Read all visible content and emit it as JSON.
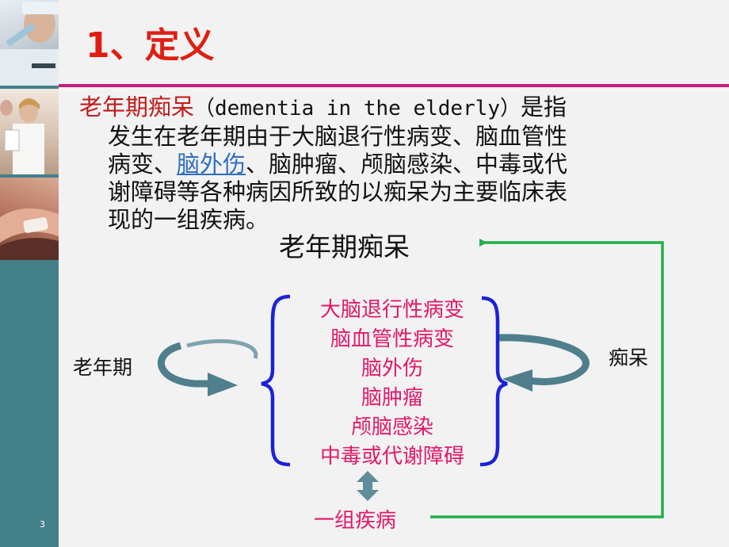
{
  "slide": {
    "title": "1、定义",
    "page_number": "3"
  },
  "definition": {
    "term": "老年期痴呆",
    "english": "（dementia in the elderly）",
    "line1_tail": "是指",
    "line2": "发生在老年期由于大脑退行性病变、脑血管性",
    "line3_start": "病变、",
    "line3_link": "脑外伤",
    "line3_end": "、脑肿瘤、颅脑感染、中毒或代",
    "line4": "谢障碍等各种病因所致的以痴呆为主要临床表",
    "line5": "现的一组疾病。"
  },
  "diagram": {
    "center_title": "老年期痴呆",
    "left_label": "老年期",
    "right_label": "痴呆",
    "causes": [
      "大脑退行性病变",
      "脑血管性病变",
      "脑外伤",
      "脑肿瘤",
      "颅脑感染",
      "中毒或代谢障碍"
    ],
    "result": "一组疾病",
    "colors": {
      "cause_text": "#e3186a",
      "brace": "#1a23d8",
      "loop_arrow": "#4f7f8c",
      "feedback_arrow": "#22b04b",
      "double_arrow": "#5f8d99"
    }
  }
}
